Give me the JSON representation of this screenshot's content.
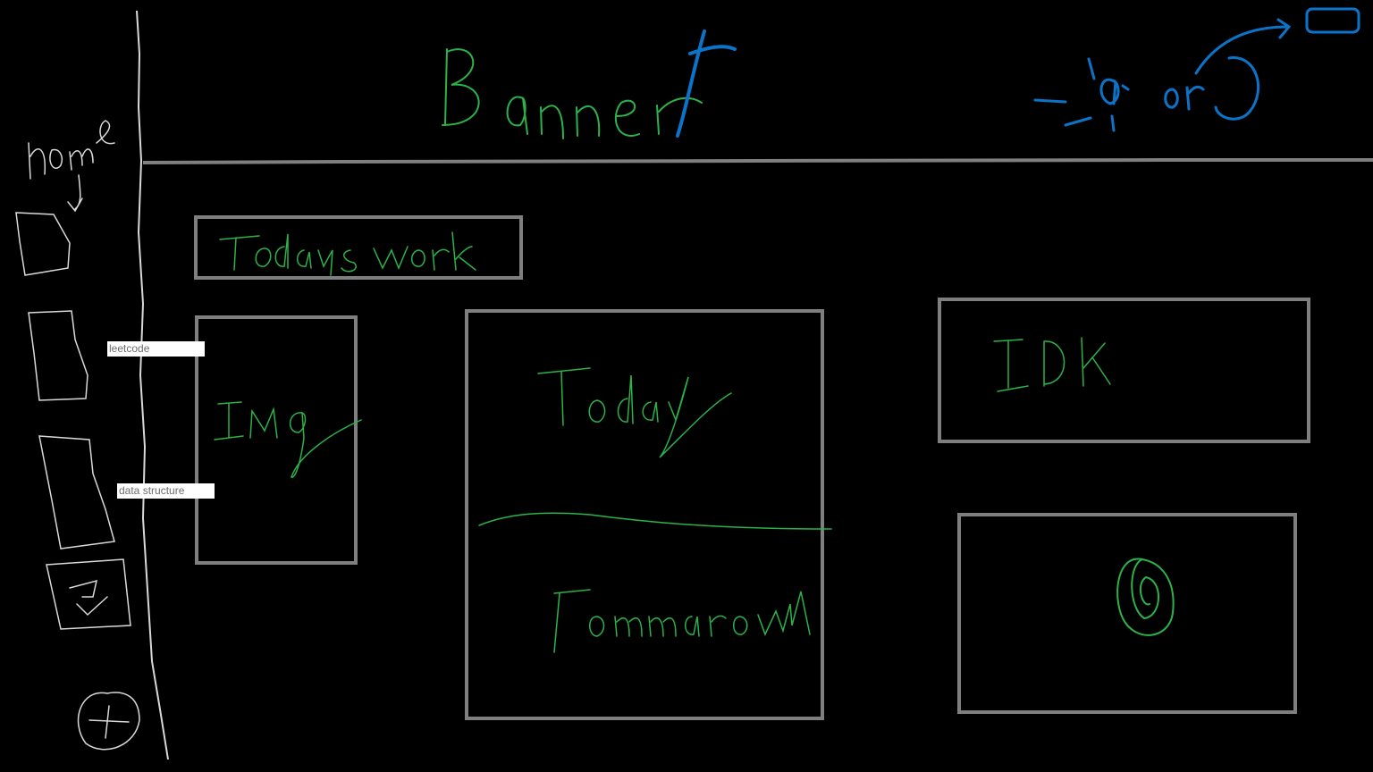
{
  "colors": {
    "background": "#000000",
    "frame": "#7f7f7f",
    "sketch_green": "#2bb34a",
    "sketch_blue": "#0b74c9",
    "sketch_white": "#d9d9d9"
  },
  "header": {
    "banner_text": "Banner",
    "theme_toggle": {
      "sun_icon": "sun-icon",
      "or_text": "or",
      "moon_icon": "moon-icon",
      "toggle_icon": "toggle-switch-icon"
    }
  },
  "sidebar": {
    "home_label": "home",
    "items": [
      {
        "icon": "page-icon"
      },
      {
        "icon": "page-icon",
        "tooltip": "leetcode"
      },
      {
        "icon": "page-icon",
        "tooltip": "data structure"
      },
      {
        "icon": "refresh-icon"
      },
      {
        "icon": "clock-icon"
      }
    ]
  },
  "main": {
    "todays_work_title": "Todays work",
    "img_card_label": "Img",
    "today_label": "Today",
    "tomorrow_label": "Tomorrow",
    "idk_label": "IDK",
    "spiral_icon": "spiral-icon"
  }
}
